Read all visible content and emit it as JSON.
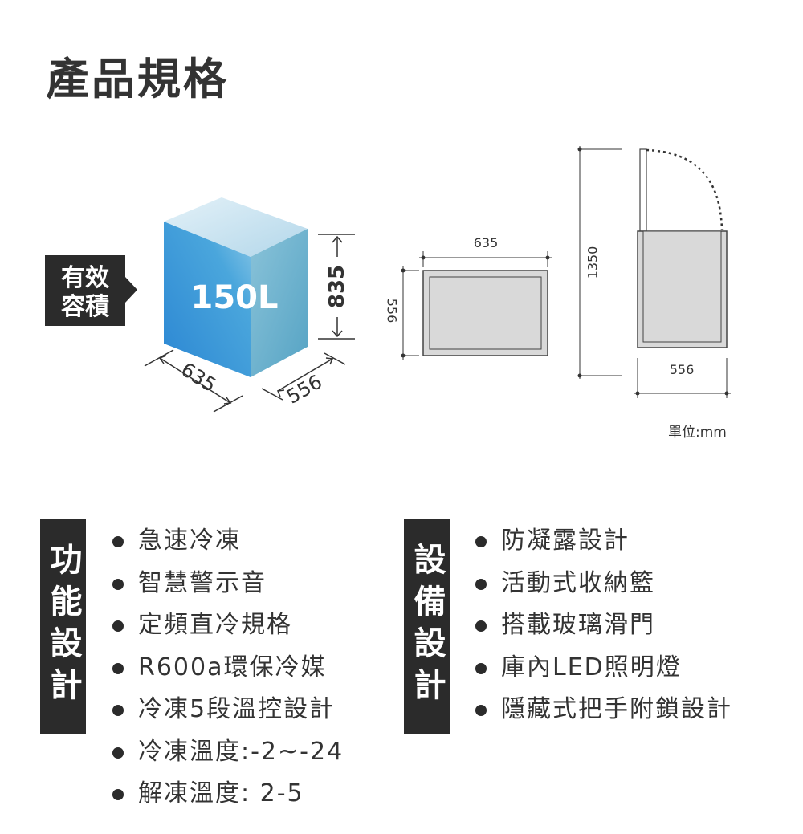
{
  "page": {
    "title": "產品規格"
  },
  "capacity": {
    "label_line1": "有效",
    "label_line2": "容積",
    "volume": "150L"
  },
  "dimensions": {
    "width": "635",
    "depth": "556",
    "height_box": "835",
    "height_total": "1350",
    "unit": "單位:mm"
  },
  "features": {
    "heading": "功能設計",
    "items": [
      "急速冷凍",
      "智慧警示音",
      "定頻直冷規格",
      "R600a環保冷媒",
      "冷凍5段溫控設計",
      "冷凍溫度:-2~-24",
      "解凍溫度: 2-5"
    ]
  },
  "equipment": {
    "heading": "設備設計",
    "items": [
      "防凝露設計",
      "活動式收納籃",
      "搭載玻璃滑門",
      "庫內LED照明燈",
      "隱藏式把手附鎖設計"
    ]
  },
  "colors": {
    "text": "#333333",
    "badge_bg": "#2b2b2b",
    "box_front": "#2f8fd6",
    "box_top": "#cfe6f2",
    "box_side": "#6fb3cf",
    "drawing_fill": "#d9d9d9"
  }
}
